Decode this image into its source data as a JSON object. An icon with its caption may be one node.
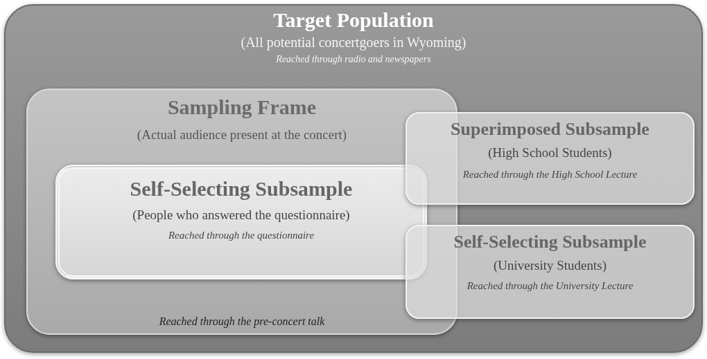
{
  "diagram": {
    "nodes": [
      {
        "text": [
          "Target Population",
          "(All potential concertgoers in Wyoming)",
          "Reached through radio and newspapers"
        ]
      },
      {
        "text": [
          "Sampling Frame",
          "(Actual audience present at the concert)",
          "Reached through the pre-concert talk"
        ],
        "in": 0
      },
      {
        "text": [
          "Self-Selecting Subsample",
          "(People who answered the questionnaire)",
          "Reached through the questionnaire"
        ],
        "in": 1
      },
      {
        "text": [
          "Superimposed Subsample",
          "(High School Students)",
          "Reached through the High School Lecture"
        ],
        "in": 0
      },
      {
        "text": [
          "Self-Selecting Subsample",
          "(University Students)",
          "Reached through the University Lecture"
        ],
        "in": 0
      }
    ]
  }
}
